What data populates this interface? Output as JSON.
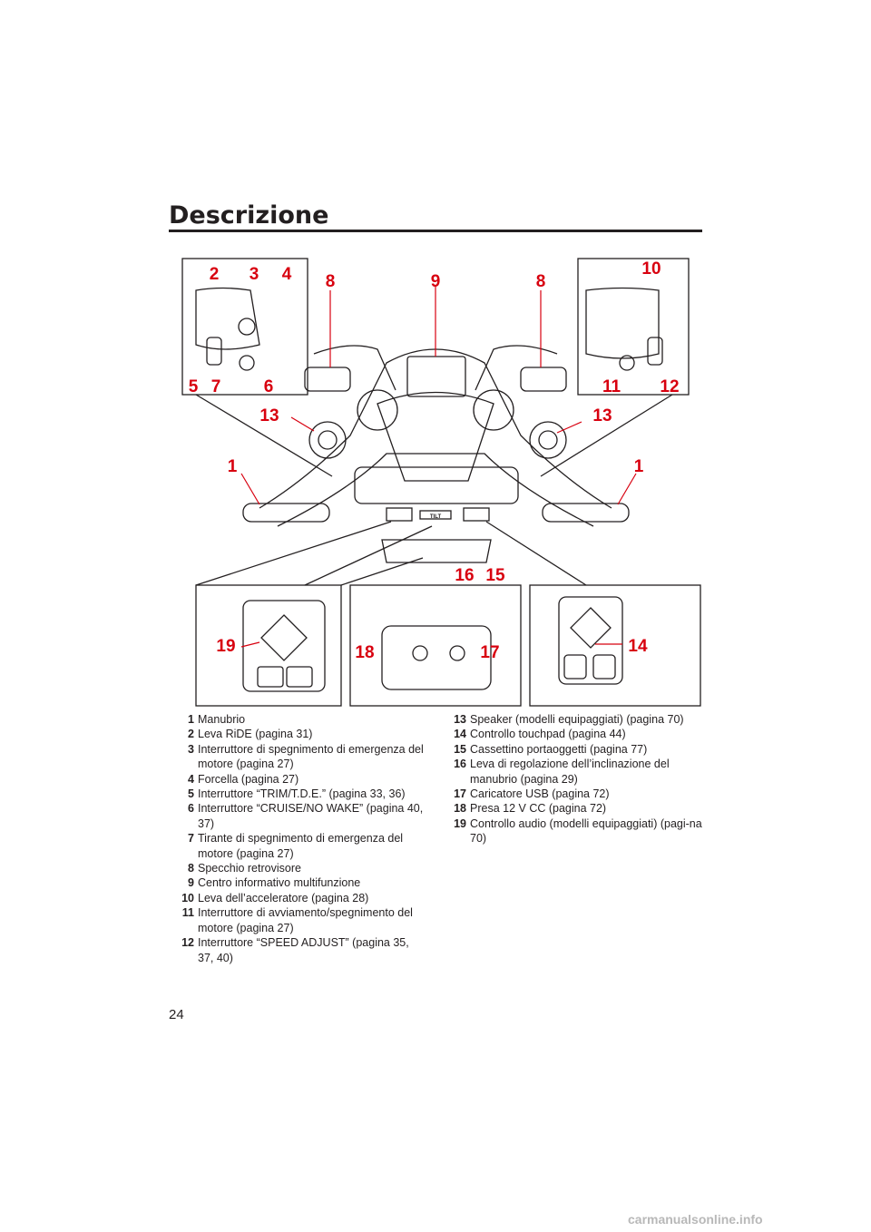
{
  "header": {
    "title": "Descrizione"
  },
  "figure": {
    "callouts": [
      "1",
      "2",
      "3",
      "4",
      "5",
      "6",
      "7",
      "8",
      "9",
      "10",
      "11",
      "12",
      "13",
      "14",
      "15",
      "16",
      "17",
      "18",
      "19"
    ],
    "tilt_label": "TILT",
    "colors": {
      "callout": "#d8000f",
      "line": "#231f20"
    }
  },
  "legend": {
    "left": [
      {
        "num": "1",
        "text": "Manubrio"
      },
      {
        "num": "2",
        "text": "Leva RiDE (pagina 31)"
      },
      {
        "num": "3",
        "text": "Interruttore di spegnimento di emergenza del motore (pagina 27)"
      },
      {
        "num": "4",
        "text": "Forcella (pagina 27)"
      },
      {
        "num": "5",
        "text": "Interruttore “TRIM/T.D.E.” (pagina 33, 36)"
      },
      {
        "num": "6",
        "text": "Interruttore “CRUISE/NO WAKE” (pagina 40, 37)"
      },
      {
        "num": "7",
        "text": "Tirante di spegnimento di emergenza del motore (pagina 27)"
      },
      {
        "num": "8",
        "text": "Specchio retrovisore"
      },
      {
        "num": "9",
        "text": "Centro informativo multifunzione"
      },
      {
        "num": "10",
        "text": "Leva dell’acceleratore (pagina 28)"
      },
      {
        "num": "11",
        "text": "Interruttore di avviamento/spegnimento del motore (pagina 27)"
      },
      {
        "num": "12",
        "text": "Interruttore “SPEED ADJUST” (pagina 35, 37, 40)"
      }
    ],
    "right": [
      {
        "num": "13",
        "text": "Speaker (modelli equipaggiati) (pagina 70)"
      },
      {
        "num": "14",
        "text": "Controllo touchpad (pagina 44)"
      },
      {
        "num": "15",
        "text": "Cassettino portaoggetti (pagina 77)"
      },
      {
        "num": "16",
        "text": "Leva di regolazione dell’inclinazione del manubrio (pagina 29)"
      },
      {
        "num": "17",
        "text": "Caricatore USB (pagina 72)"
      },
      {
        "num": "18",
        "text": "Presa 12 V CC (pagina 72)"
      },
      {
        "num": "19",
        "text": "Controllo audio (modelli equipaggiati) (pagi-na 70)"
      }
    ]
  },
  "footer": {
    "page_number": "24",
    "watermark": "carmanualsonline.info"
  }
}
